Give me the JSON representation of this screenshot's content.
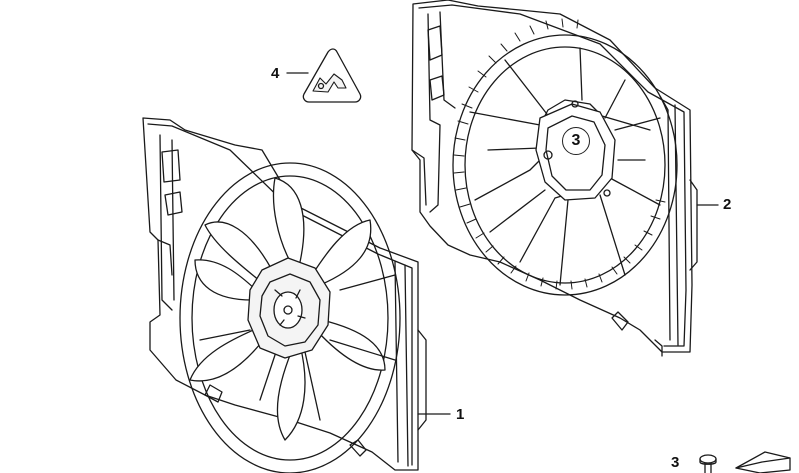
{
  "callouts": {
    "part1": "1",
    "part2": "2",
    "part3_circled": "3",
    "part3_legend": "3",
    "part4": "4"
  },
  "colors": {
    "line": "#1a1a1a",
    "fill": "#ffffff",
    "hub": "#f4f4f4"
  },
  "icons": {
    "warning_label": "fan-hazard-warning-icon",
    "screw": "screw-icon",
    "clip": "clip-icon"
  }
}
